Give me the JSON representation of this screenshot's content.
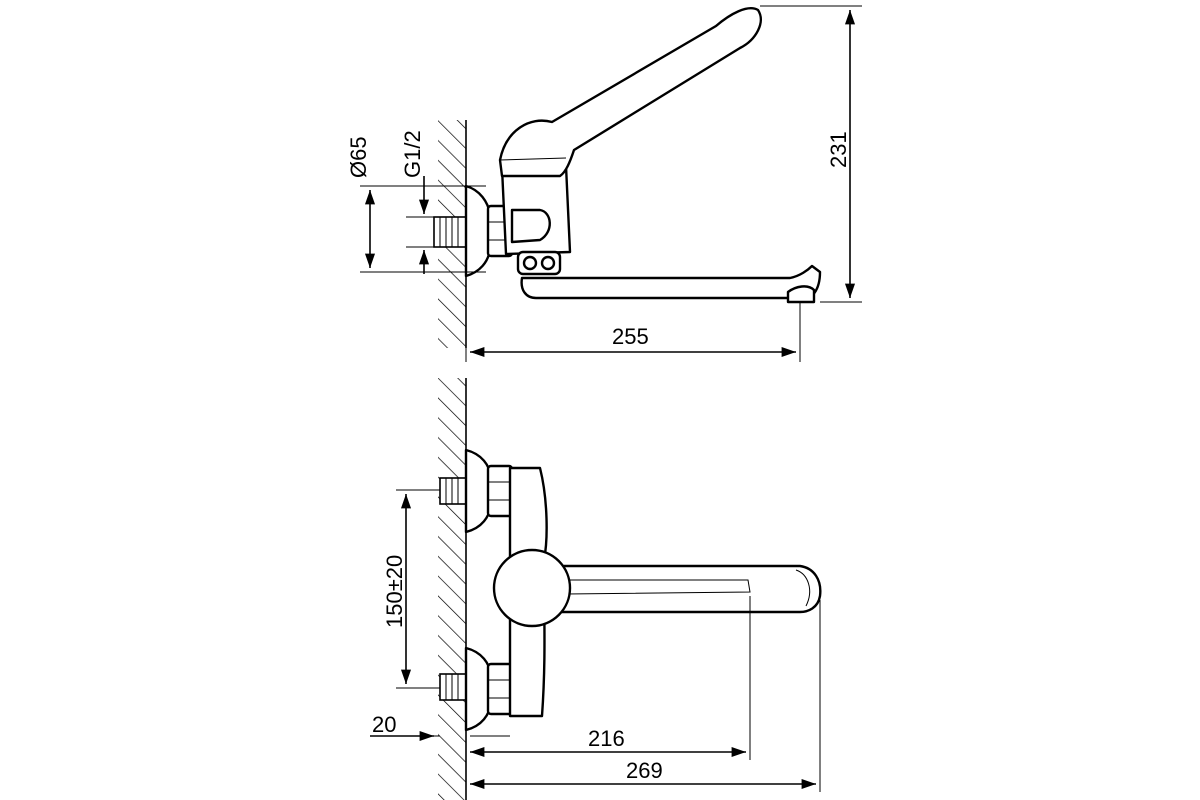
{
  "diagram": {
    "dimensions": {
      "d65": "Ø65",
      "g12": "G1/2",
      "h231": "231",
      "w255": "255",
      "c150": "150±20",
      "t20": "20",
      "w216": "216",
      "w269": "269"
    },
    "colors": {
      "line": "#000000",
      "background": "#ffffff"
    }
  }
}
